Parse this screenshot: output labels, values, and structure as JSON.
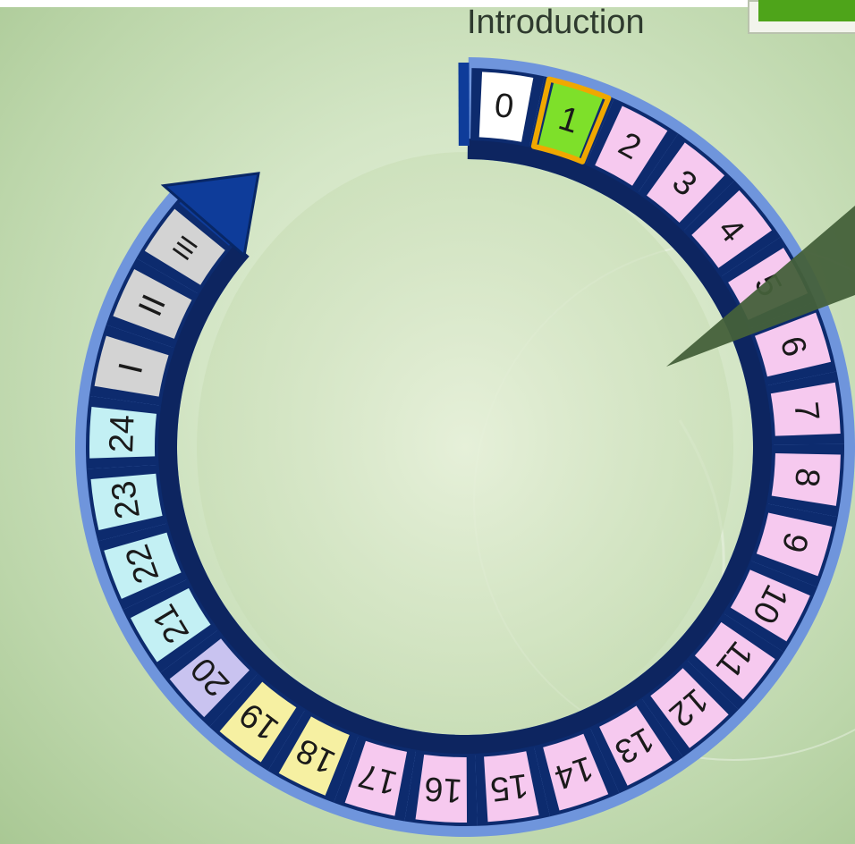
{
  "header": {
    "section_title": "Introduction"
  },
  "wheel": {
    "current_index": 2,
    "segments": [
      {
        "label": "0",
        "color": "#ffffff"
      },
      {
        "label": "1",
        "color": "#7ee02a"
      },
      {
        "label": "2",
        "color": "#f6c9ef"
      },
      {
        "label": "3",
        "color": "#f6c9ef"
      },
      {
        "label": "4",
        "color": "#f6c9ef"
      },
      {
        "label": "5",
        "color": "#f6c9ef"
      },
      {
        "label": "6",
        "color": "#f6c9ef"
      },
      {
        "label": "7",
        "color": "#f6c9ef"
      },
      {
        "label": "8",
        "color": "#f6c9ef"
      },
      {
        "label": "9",
        "color": "#f6c9ef"
      },
      {
        "label": "10",
        "color": "#f6c9ef"
      },
      {
        "label": "11",
        "color": "#f6c9ef"
      },
      {
        "label": "12",
        "color": "#f6c9ef"
      },
      {
        "label": "13",
        "color": "#f6c9ef"
      },
      {
        "label": "14",
        "color": "#f6c9ef"
      },
      {
        "label": "15",
        "color": "#f6c9ef"
      },
      {
        "label": "16",
        "color": "#f6c9ef"
      },
      {
        "label": "17",
        "color": "#f6c9ef"
      },
      {
        "label": "18",
        "color": "#f6f0a2"
      },
      {
        "label": "19",
        "color": "#f6f0a2"
      },
      {
        "label": "20",
        "color": "#c9c3f0"
      },
      {
        "label": "21",
        "color": "#c3f0f4"
      },
      {
        "label": "22",
        "color": "#c3f0f4"
      },
      {
        "label": "23",
        "color": "#c3f0f4"
      },
      {
        "label": "24",
        "color": "#c3f0f4"
      },
      {
        "label": "I",
        "color": "#d3d3d3"
      },
      {
        "label": "II",
        "color": "#d3d3d3"
      },
      {
        "label": "III",
        "color": "#d3d3d3"
      }
    ],
    "colors": {
      "outer_ring": "#6f95dc",
      "inner_ring": "#0d2560",
      "separator": "#0d2b6e",
      "arrow": "#0e3c9a",
      "highlight_border": "#f0a800",
      "pointer": "#45603a"
    }
  }
}
